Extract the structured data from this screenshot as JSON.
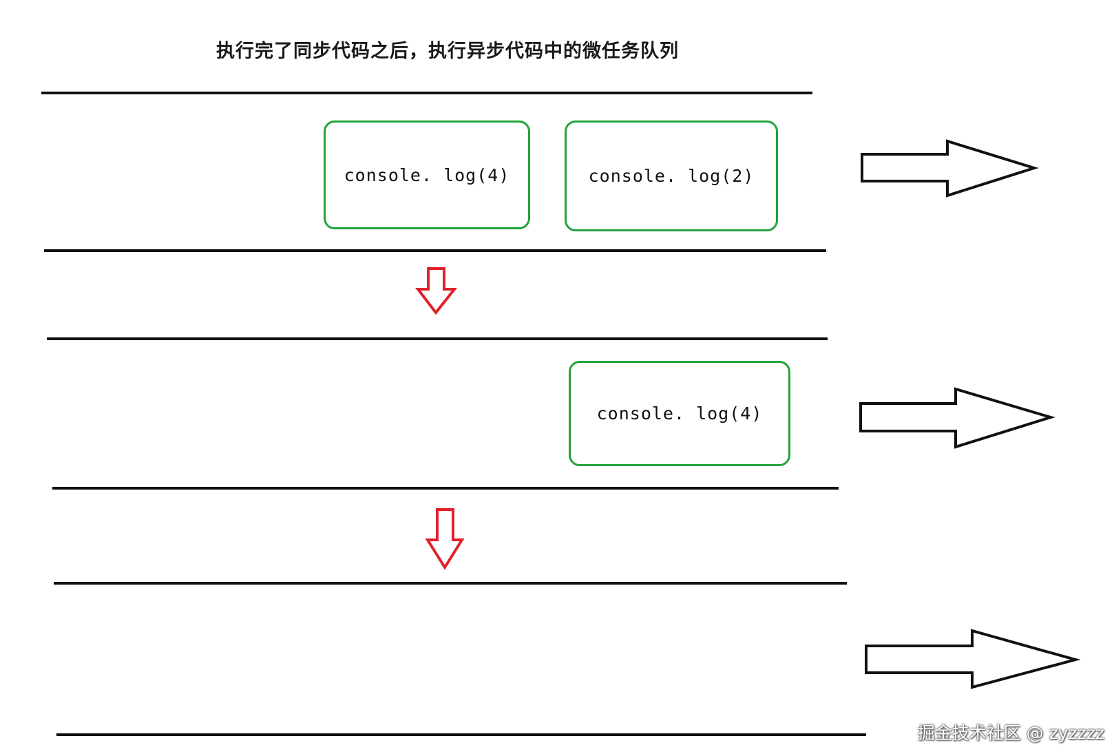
{
  "title": "执行完了同步代码之后，执行异步代码中的微任务队列",
  "boxes": [
    {
      "label": "console. log(4)"
    },
    {
      "label": "console. log(2)"
    },
    {
      "label": "console. log(4)"
    }
  ],
  "watermark": "掘金技术社区 @ zyzzzz",
  "colors": {
    "box_border": "#22a33a",
    "down_arrow": "#e0212b",
    "lines": "#111111",
    "right_arrow_stroke": "#111111"
  }
}
